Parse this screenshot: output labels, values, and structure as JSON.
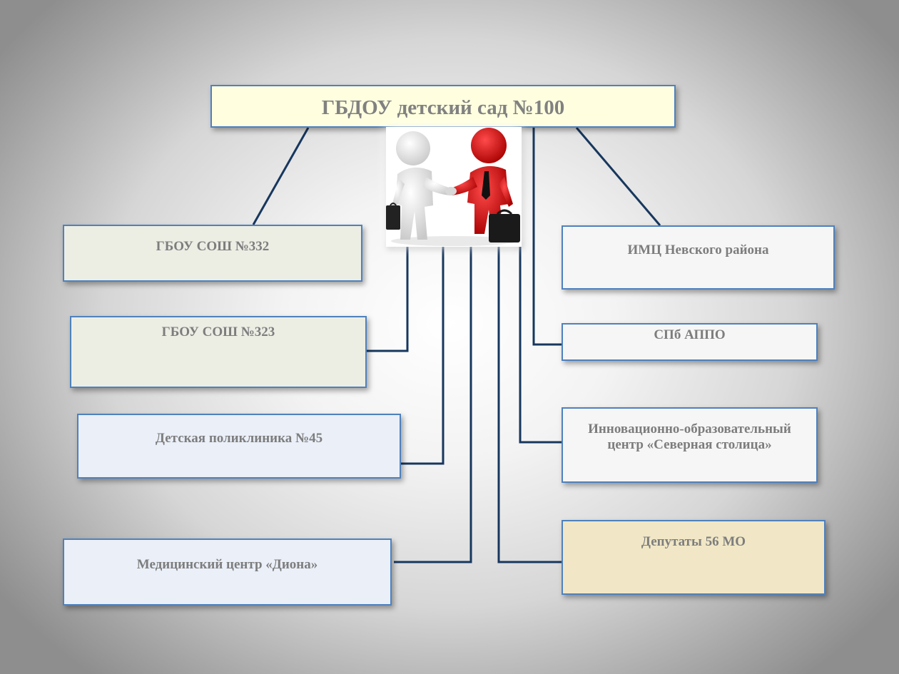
{
  "diagram": {
    "title": "ГБДОУ детский сад №100",
    "partners_left": [
      "ГБОУ СОШ №332",
      "ГБОУ СОШ №323",
      "Детская поликлиника №45",
      "Медицинский центр «Диона»"
    ],
    "partners_right": [
      "ИМЦ Невского района",
      "СПб АППО",
      "Инновационно-образовательный",
      "центр «Северная столица»",
      "Депутаты 56 МО"
    ]
  },
  "colors": {
    "connector": "#17375e",
    "box_border": "#4f81bd",
    "title_fill": "#ffffe0",
    "text": "#7d7d7d",
    "figure_red": "#e00000",
    "figure_white": "#f2f2f2"
  },
  "icons": [
    "handshake-illustration"
  ]
}
